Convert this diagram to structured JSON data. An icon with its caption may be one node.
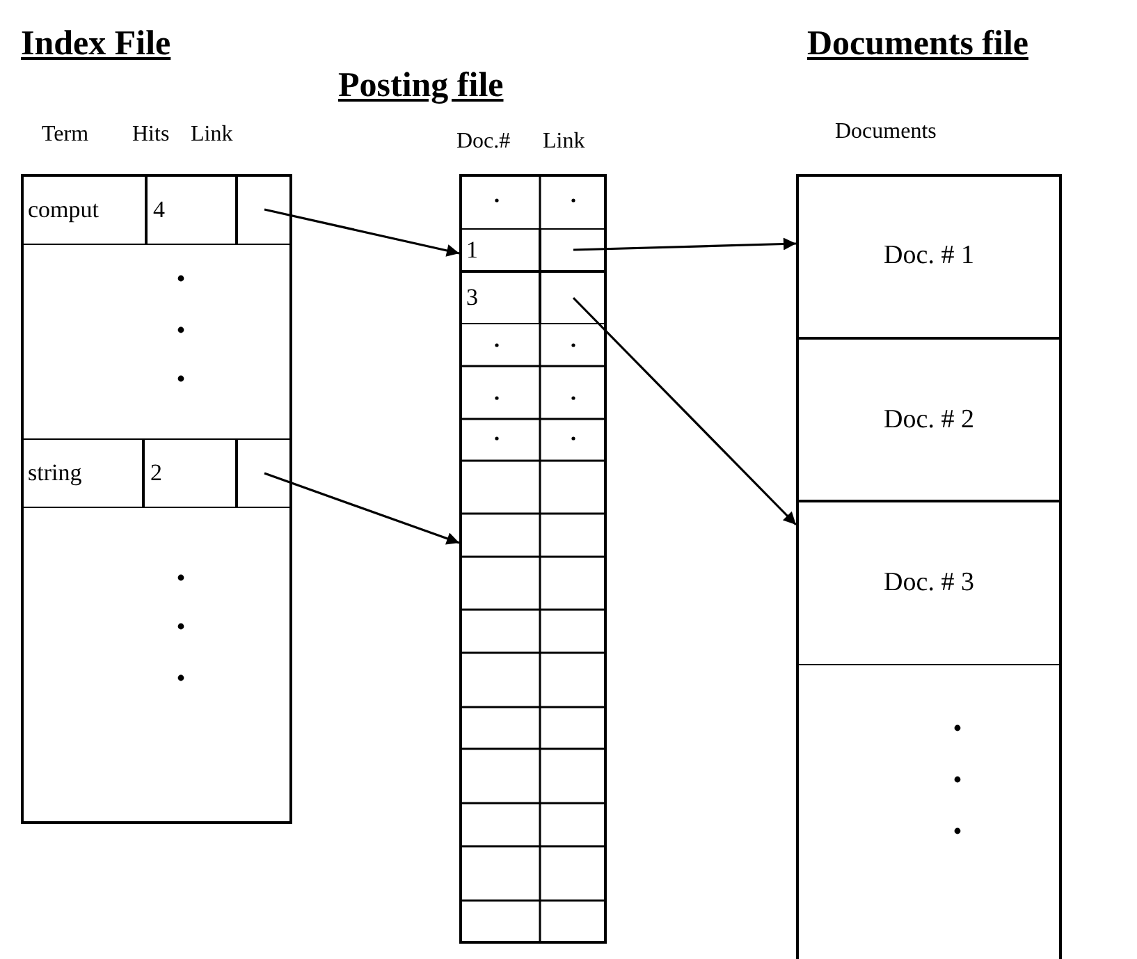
{
  "diagram": {
    "nodes": [
      {
        "text": [],
        "shape": "box"
      },
      {
        "text": [
          "comput"
        ],
        "in": 0
      },
      {
        "text": [
          "4"
        ],
        "in": 0
      },
      {
        "text": [],
        "shape": "box",
        "in": 0
      },
      {
        "text": [
          "string"
        ],
        "in": 0
      },
      {
        "text": [
          "2"
        ],
        "in": 0
      },
      {
        "text": [],
        "shape": "box",
        "in": 0
      },
      {
        "text": [],
        "shape": "box"
      },
      {
        "text": [
          "1"
        ],
        "in": 7
      },
      {
        "text": [],
        "shape": "box",
        "in": 7
      },
      {
        "text": [
          "3"
        ],
        "in": 7
      },
      {
        "text": [],
        "shape": "box",
        "in": 7
      },
      {
        "text": [],
        "shape": "box"
      },
      {
        "text": [
          "Doc. # 1"
        ],
        "in": 12
      },
      {
        "text": [
          "Doc. # 2"
        ],
        "in": 12
      },
      {
        "text": [
          "Doc. # 3"
        ],
        "in": 12
      }
    ],
    "edges": [
      {
        "from": 3,
        "to": 8,
        "arrow": "to"
      },
      {
        "from": 6,
        "to": 7,
        "arrow": "to"
      },
      {
        "from": 9,
        "to": 13,
        "arrow": "to"
      },
      {
        "from": 11,
        "to": 15,
        "arrow": "to"
      }
    ],
    "labels": [
      "Index File",
      "Posting file",
      "Documents file",
      "Term",
      "Hits",
      "Link",
      "Doc.#",
      "Link",
      "Documents"
    ]
  }
}
